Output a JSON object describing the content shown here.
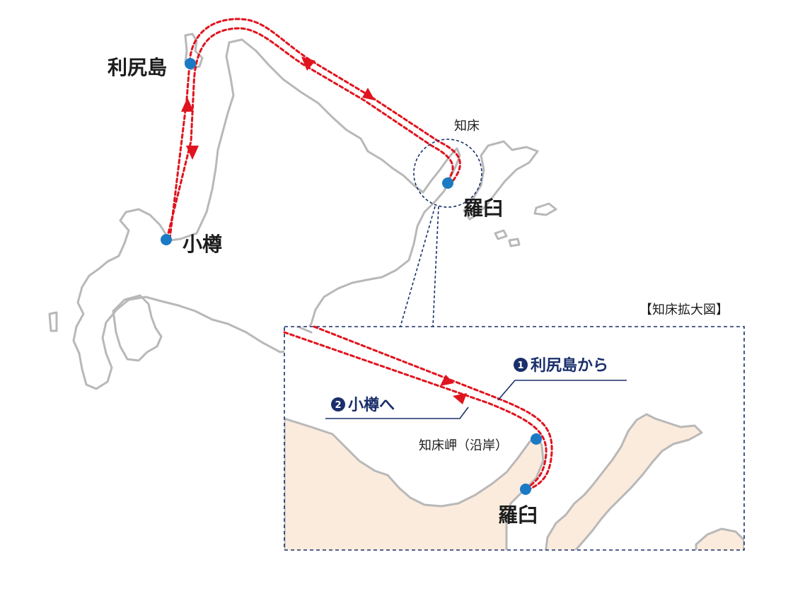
{
  "map": {
    "labels": {
      "rishiri": "利尻島",
      "otaru": "小樽",
      "shiretoko": "知床",
      "rausu": "羅臼",
      "inset_title": "【知床拡大図】",
      "route1_num": "1",
      "route1_text": "利尻島から",
      "route2_num": "2",
      "route2_text": "小樽へ",
      "shiretoko_cape": "知床岬（沿岸）",
      "rausu_inset": "羅臼"
    },
    "colors": {
      "route": "#e0141e",
      "marker": "#1b7ac4",
      "coast": "#b8b8b8",
      "land_inset": "#fbebdd",
      "frame": "#1a2f6b"
    }
  }
}
